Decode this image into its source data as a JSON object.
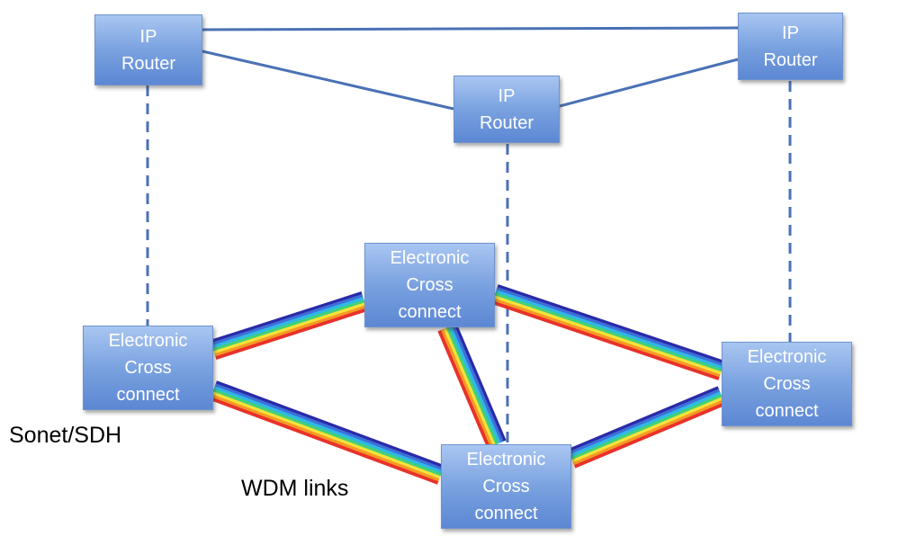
{
  "routers": [
    {
      "id": "router-top-left",
      "lines": [
        "IP",
        "Router"
      ]
    },
    {
      "id": "router-middle",
      "lines": [
        "IP",
        "Router"
      ]
    },
    {
      "id": "router-top-right",
      "lines": [
        "IP",
        "Router"
      ]
    }
  ],
  "cross_connects": [
    {
      "id": "xc-left",
      "lines": [
        "Electronic",
        "Cross",
        "connect"
      ]
    },
    {
      "id": "xc-top",
      "lines": [
        "Electronic",
        "Cross",
        "connect"
      ]
    },
    {
      "id": "xc-right",
      "lines": [
        "Electronic",
        "Cross",
        "connect"
      ]
    },
    {
      "id": "xc-bottom",
      "lines": [
        "Electronic",
        "Cross",
        "connect"
      ]
    }
  ],
  "labels": {
    "sonet": "Sonet/SDH",
    "wdm": "WDM links"
  },
  "colors": {
    "node_border": "#6f93cf",
    "router_link": "#4a71b5",
    "dashed_link": "#4a71b5"
  },
  "rainbow": [
    "#2a2aa8",
    "#3f6fd8",
    "#2fb8e8",
    "#43d07a",
    "#f5e33a",
    "#f79a25",
    "#e8322a"
  ]
}
